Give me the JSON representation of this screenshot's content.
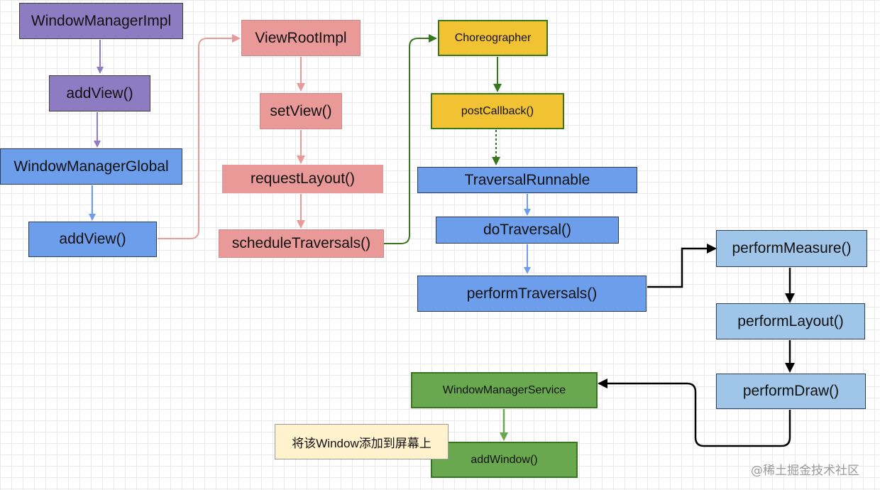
{
  "nodes": {
    "window_manager_impl": "WindowManagerImpl",
    "impl_add_view": "addView()",
    "window_manager_global": "WindowManagerGlobal",
    "global_add_view": "addView()",
    "view_root_impl": "ViewRootImpl",
    "set_view": "setView()",
    "request_layout": "requestLayout()",
    "schedule_traversals": "scheduleTraversals()",
    "choreographer": "Choreographer",
    "post_callback": "postCallback()",
    "traversal_runnable": "TraversalRunnable",
    "do_traversal": "doTraversal()",
    "perform_traversals": "performTraversals()",
    "perform_measure": "performMeasure()",
    "perform_layout": "performLayout()",
    "perform_draw": "performDraw()",
    "window_manager_service": "WindowManagerService",
    "add_window": "addWindow()",
    "note": "将该Window添加到屏幕上"
  },
  "watermark": "@稀土掘金技术社区",
  "colors": {
    "purple": "#8e7cc3",
    "blue": "#6d9eeb",
    "pink": "#ea9999",
    "yellow": "#f1c232",
    "light_blue": "#9fc5e8",
    "green": "#6aa84f",
    "note": "#fff2cc",
    "edge_purple": "#8e7cc3",
    "edge_blue": "#6d9eeb",
    "edge_pink": "#ea9999",
    "edge_green": "#38761d",
    "edge_black": "#000000",
    "edge_lgreen": "#6aa84f"
  }
}
